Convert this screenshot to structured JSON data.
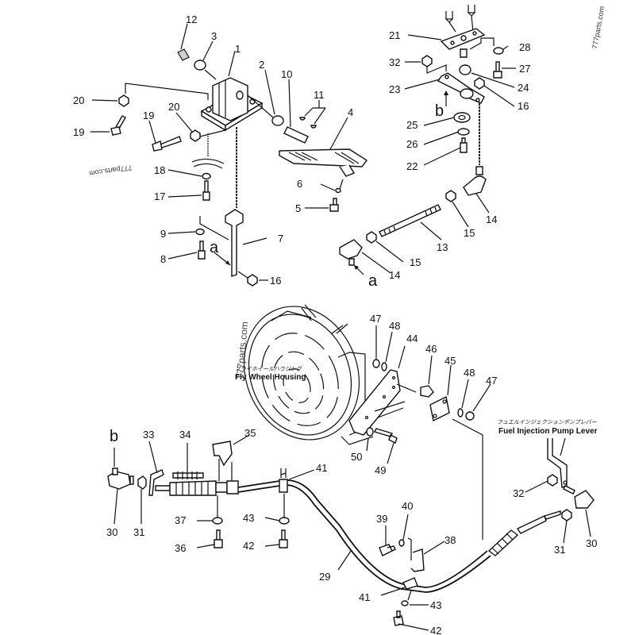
{
  "diagram": {
    "title": "Fuel control linkage parts diagram",
    "watermarks": [
      "777parts.com",
      "777parts.com",
      "777parts.com"
    ],
    "captions": {
      "flywheel_jp": "フライホイールハウジング",
      "flywheel_en": "Fly Wheel Housing",
      "pump_jp": "フュエルインジェクションポンプレバー",
      "pump_en": "Fuel Injection Pump Lever"
    },
    "view_markers": {
      "a_upper": "a",
      "a_lower": "a",
      "b_upper": "b",
      "b_lower": "b"
    },
    "callouts": {
      "c1": "1",
      "c2": "2",
      "c3": "3",
      "c4": "4",
      "c5": "5",
      "c6": "6",
      "c7": "7",
      "c8": "8",
      "c9": "9",
      "c10": "10",
      "c11": "11",
      "c12": "12",
      "c13": "13",
      "c14a": "14",
      "c14b": "14",
      "c15a": "15",
      "c15b": "15",
      "c16a": "16",
      "c16b": "16",
      "c17": "17",
      "c18": "18",
      "c19a": "19",
      "c19b": "19",
      "c20a": "20",
      "c20b": "20",
      "c21": "21",
      "c22": "22",
      "c23": "23",
      "c24": "24",
      "c25": "25",
      "c26": "26",
      "c27": "27",
      "c28": "28",
      "c29": "29",
      "c30a": "30",
      "c30b": "30",
      "c31a": "31",
      "c31b": "31",
      "c32a": "32",
      "c32b": "32",
      "c33": "33",
      "c34": "34",
      "c35": "35",
      "c36": "36",
      "c37": "37",
      "c38": "38",
      "c39": "39",
      "c40": "40",
      "c41a": "41",
      "c41b": "41",
      "c42a": "42",
      "c42b": "42",
      "c43a": "43",
      "c43b": "43",
      "c44": "44",
      "c45": "45",
      "c46": "46",
      "c47a": "47",
      "c47b": "47",
      "c48a": "48",
      "c48b": "48",
      "c49": "49",
      "c50": "50"
    }
  }
}
